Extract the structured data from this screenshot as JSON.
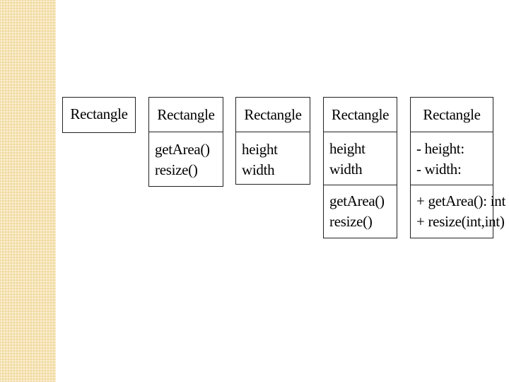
{
  "diagrams": [
    {
      "class_name": "Rectangle",
      "attributes": [],
      "operations": []
    },
    {
      "class_name": "Rectangle",
      "attributes": [],
      "operations": [
        "getArea()",
        "resize()"
      ]
    },
    {
      "class_name": "Rectangle",
      "attributes": [
        "height",
        "width"
      ],
      "operations": []
    },
    {
      "class_name": "Rectangle",
      "attributes": [
        "height",
        "width"
      ],
      "operations": [
        "getArea()",
        "resize()"
      ]
    },
    {
      "class_name": "Rectangle",
      "attributes": [
        "- height:",
        "- width:"
      ],
      "operations": [
        "+ getArea(): int",
        "+ resize(int,int)"
      ]
    }
  ],
  "colors": {
    "side_band": "#f6e4b4",
    "border": "#222222",
    "background": "#ffffff"
  }
}
